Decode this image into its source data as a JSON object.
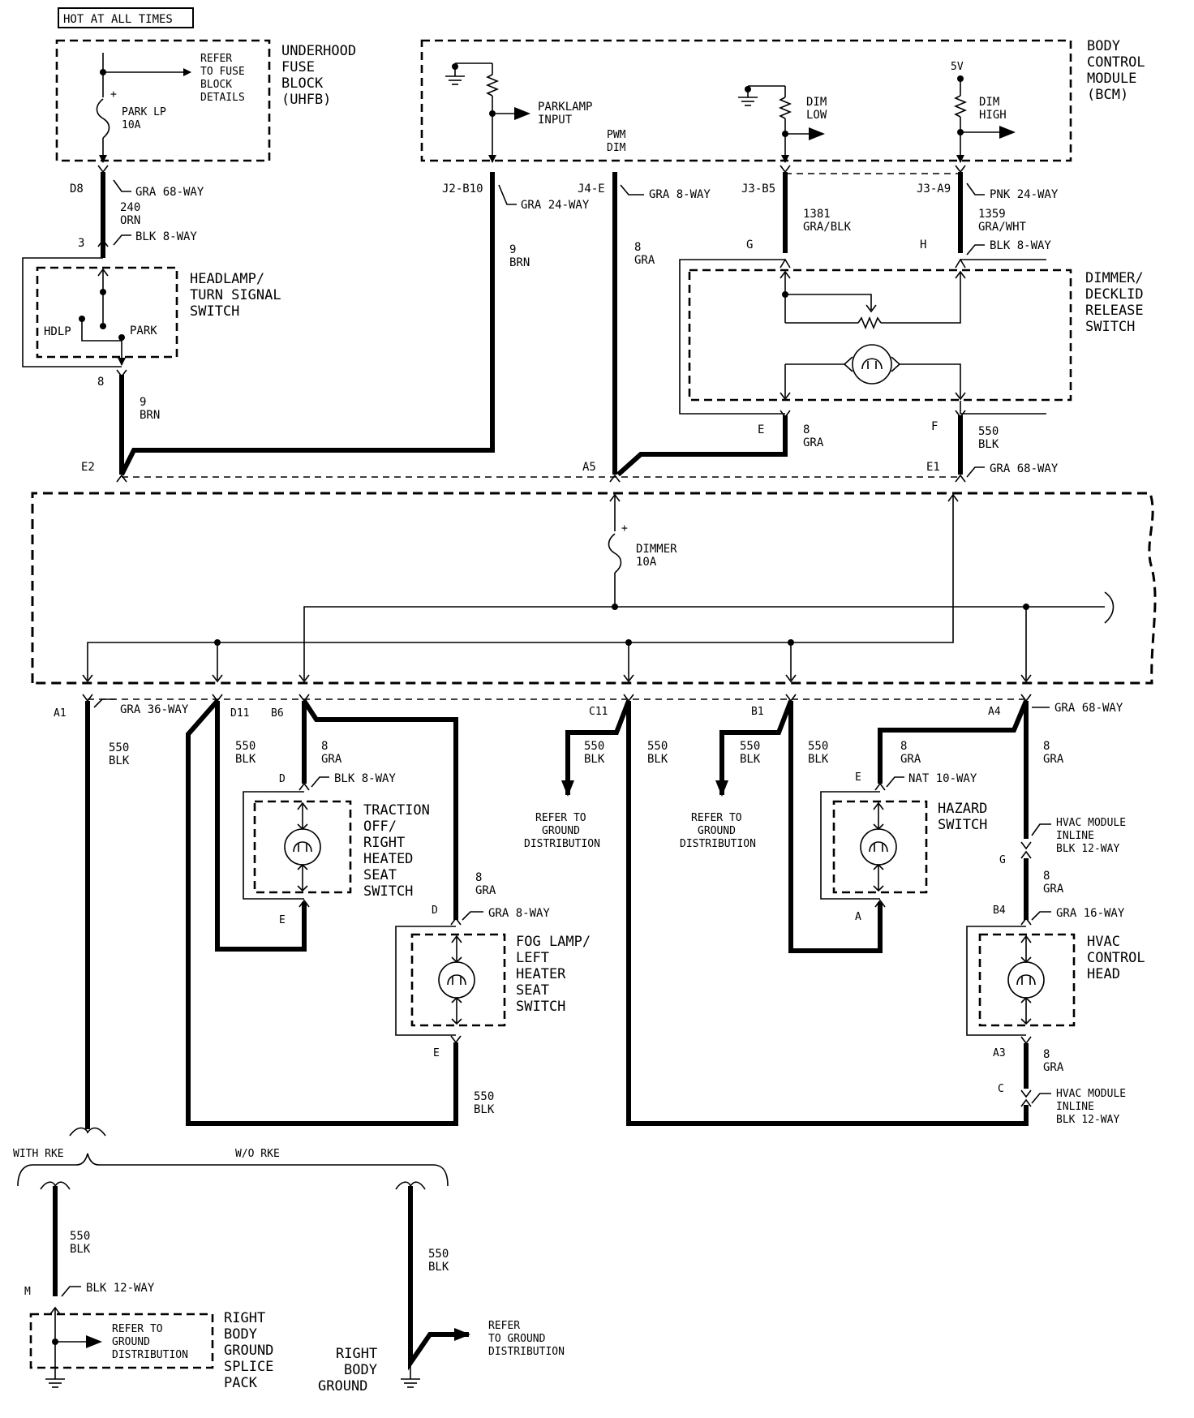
{
  "header": {
    "hot_label": "HOT AT ALL TIMES"
  },
  "uhfb": {
    "title_lines": [
      "UNDERHOOD",
      "FUSE",
      "BLOCK",
      "(UHFB)"
    ],
    "refer_lines": [
      "REFER",
      "TO FUSE",
      "BLOCK",
      "DETAILS"
    ],
    "fuse_lines": [
      "PARK LP",
      "10A"
    ],
    "plus": "+"
  },
  "bcm": {
    "title_lines": [
      "BODY",
      "CONTROL",
      "MODULE",
      "(BCM)"
    ],
    "parklamp_lines": [
      "PARKLAMP",
      "INPUT"
    ],
    "pwm_lines": [
      "PWM",
      "DIM"
    ],
    "dim_low_lines": [
      "DIM",
      "LOW"
    ],
    "dim_high_lines": [
      "DIM",
      "HIGH"
    ],
    "five_v": "5V"
  },
  "connectors": {
    "d8": "D8",
    "gra68_top": "GRA 68-WAY",
    "wire240": [
      "240",
      "ORN"
    ],
    "three": "3",
    "blk8_top": "BLK 8-WAY",
    "j2b10": "J2-B10",
    "gra24": "GRA 24-WAY",
    "wire9_top": [
      "9",
      "BRN"
    ],
    "j4e": "J4-E",
    "gra8_top": "GRA 8-WAY",
    "wire8_j4": [
      "8",
      "GRA"
    ],
    "j3b5": "J3-B5",
    "wire1381": [
      "1381",
      "GRA/BLK"
    ],
    "j3a9": "J3-A9",
    "pnk24": "PNK 24-WAY",
    "wire1359": [
      "1359",
      "GRA/WHT"
    ],
    "g": "G",
    "h": "H",
    "blk8_dimmer": "BLK 8-WAY",
    "eight": "8",
    "wire9_mid": [
      "9",
      "BRN"
    ],
    "e_dim": "E",
    "wire8_dim": [
      "8",
      "GRA"
    ],
    "f_dim": "F",
    "wire550_dim": [
      "550",
      "BLK"
    ],
    "e2": "E2",
    "a5": "A5",
    "e1": "E1",
    "gra68_mid": "GRA 68-WAY"
  },
  "headlamp_switch": {
    "title_lines": [
      "HEADLAMP/",
      "TURN SIGNAL",
      "SWITCH"
    ],
    "hdlp": "HDLP",
    "park": "PARK"
  },
  "dimmer_switch": {
    "title_lines": [
      "DIMMER/",
      "DECKLID",
      "RELEASE",
      "SWITCH"
    ]
  },
  "fuse_block": {
    "fuse_lines": [
      "DIMMER",
      "10A"
    ],
    "plus": "+"
  },
  "lower": {
    "a1": "A1",
    "gra36": "GRA 36-WAY",
    "d11": "D11",
    "b6": "B6",
    "c11": "C11",
    "b1": "B1",
    "a4": "A4",
    "gra68_bot": "GRA 68-WAY",
    "w550_a1": [
      "550",
      "BLK"
    ],
    "w550_d11": [
      "550",
      "BLK"
    ],
    "w8_b6": [
      "8",
      "GRA"
    ],
    "w550_c11a": [
      "550",
      "BLK"
    ],
    "w550_c11b": [
      "550",
      "BLK"
    ],
    "w550_b1a": [
      "550",
      "BLK"
    ],
    "w550_b1b": [
      "550",
      "BLK"
    ],
    "w8_hz": [
      "8",
      "GRA"
    ],
    "w8_a4": [
      "8",
      "GRA"
    ],
    "d_tr": "D",
    "blk8_tr": "BLK 8-WAY",
    "e_tr": "E",
    "w8_fog": [
      "8",
      "GRA"
    ],
    "d_fog": "D",
    "gra8_fog": "GRA 8-WAY",
    "e_fog": "E",
    "w550_fog": [
      "550",
      "BLK"
    ],
    "e_hz": "E",
    "nat10": "NAT 10-WAY",
    "a_hz": "A",
    "hvac_inline1": [
      "HVAC MODULE",
      "INLINE",
      "BLK 12-WAY"
    ],
    "g_hv": "G",
    "w8_hv1": [
      "8",
      "GRA"
    ],
    "b4": "B4",
    "gra16": "GRA 16-WAY",
    "a3": "A3",
    "w8_hv2": [
      "8",
      "GRA"
    ],
    "c_hv": "C",
    "hvac_inline2": [
      "HVAC MODULE",
      "INLINE",
      "BLK 12-WAY"
    ]
  },
  "traction_switch": {
    "title_lines": [
      "TRACTION",
      "OFF/",
      "RIGHT",
      "HEATED",
      "SEAT",
      "SWITCH"
    ]
  },
  "fog_switch": {
    "title_lines": [
      "FOG LAMP/",
      "LEFT",
      "HEATER",
      "SEAT",
      "SWITCH"
    ]
  },
  "hazard_switch": {
    "title_lines": [
      "HAZARD",
      "SWITCH"
    ]
  },
  "hvac_head": {
    "title_lines": [
      "HVAC",
      "CONTROL",
      "HEAD"
    ]
  },
  "ground_refs": {
    "c11": [
      "REFER TO",
      "GROUND",
      "DISTRIBUTION"
    ],
    "b1": [
      "REFER TO",
      "GROUND",
      "DISTRIBUTION"
    ]
  },
  "bottom": {
    "with_rke": "WITH RKE",
    "wo_rke": "W/O RKE",
    "w550_left": [
      "550",
      "BLK"
    ],
    "m": "M",
    "blk12": "BLK 12-WAY",
    "splice_refer": [
      "REFER TO",
      "GROUND",
      "DISTRIBUTION"
    ],
    "splice_title": [
      "RIGHT",
      "BODY",
      "GROUND",
      "SPLICE",
      "PACK"
    ],
    "w550_right": [
      "550",
      "BLK"
    ],
    "ground_title": [
      "RIGHT",
      "BODY",
      "GROUND"
    ],
    "refer_right": [
      "REFER",
      "TO GROUND",
      "DISTRIBUTION"
    ]
  }
}
